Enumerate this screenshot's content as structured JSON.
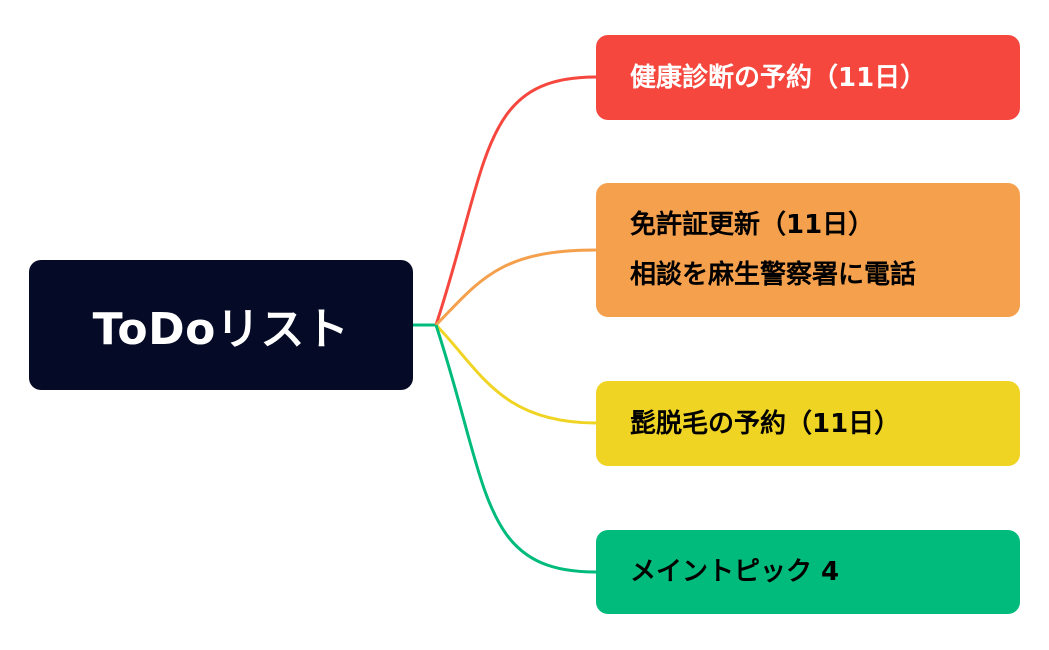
{
  "mindmap": {
    "root": {
      "label": "ToDoリスト",
      "color": "#050a26"
    },
    "topics": [
      {
        "lines": [
          "健康診断の予約（11日）"
        ],
        "color": "#f6473e",
        "text_color": "#ffffff"
      },
      {
        "lines": [
          "免許証更新（11日）",
          "相談を麻生警察署に電話"
        ],
        "color": "#f5a04c",
        "text_color": "#000000"
      },
      {
        "lines": [
          "髭脱毛の予約（11日）"
        ],
        "color": "#f0d424",
        "text_color": "#000000"
      },
      {
        "lines": [
          "メイントピック 4"
        ],
        "color": "#00bb7b",
        "text_color": "#000000"
      }
    ]
  }
}
